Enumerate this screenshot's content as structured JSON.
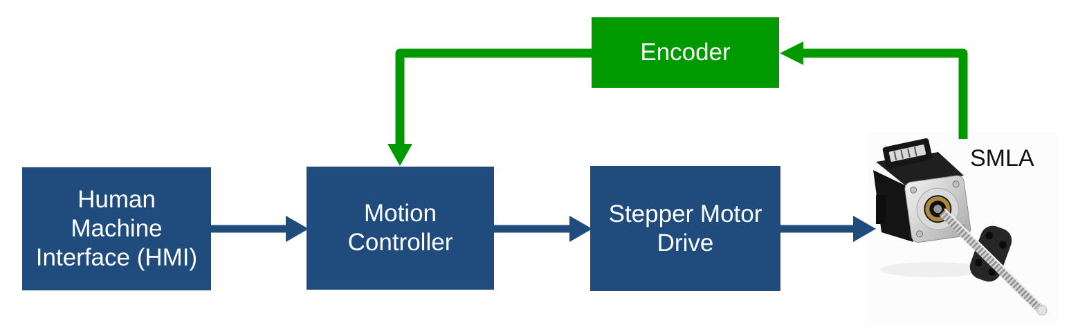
{
  "diagram": {
    "type": "block-diagram",
    "description": "Closed-loop stepper motor motion control system"
  },
  "boxes": {
    "hmi": {
      "label": "Human\nMachine\nInterface (HMI)"
    },
    "motion_controller": {
      "label": "Motion\nController"
    },
    "stepper_motor_drive": {
      "label": "Stepper Motor\nDrive"
    },
    "encoder": {
      "label": "Encoder"
    }
  },
  "labels": {
    "smla": "SMLA"
  },
  "figures": {
    "smla_motor_photo": "photo of stepper-motor linear actuator: black motor body with lead screw and flange nut"
  },
  "arrows": {
    "hmi_to_motion": "forward",
    "motion_to_drive": "forward",
    "drive_to_smla": "forward",
    "smla_to_encoder": "feedback",
    "encoder_to_motion": "feedback"
  },
  "colors": {
    "forward_path": "#1F4B7D",
    "feedback_path": "#009900",
    "box_text": "#FFFFFF",
    "smla_text": "#111111",
    "background": "#FFFFFF"
  }
}
